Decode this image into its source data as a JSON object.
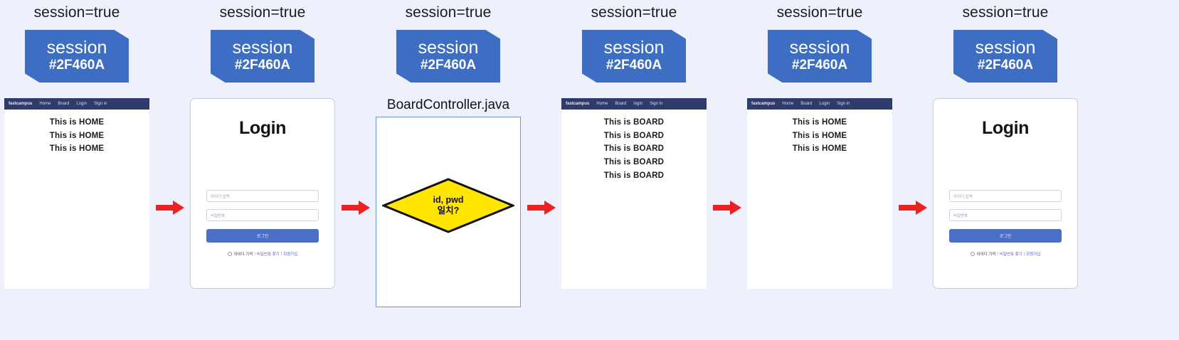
{
  "meta": {
    "background_color": "#eef0fb",
    "badge_color": "#3d6ec4",
    "navbar_color": "#2e3b6b",
    "arrow_color": "#ee2020",
    "diamond_fill": "#ffe500",
    "accent_button": "#4a6fc4"
  },
  "session_label": "session=true",
  "badge": {
    "title": "session",
    "id": "#2F460A"
  },
  "navbar": {
    "brand": "fastcampus",
    "links": [
      "Home",
      "Board",
      "Login",
      "Sign in"
    ],
    "links_lowercase_login": [
      "Home",
      "Board",
      "login",
      "Sign in"
    ]
  },
  "login_page": {
    "title": "Login",
    "id_placeholder": "아이디 입력",
    "pw_placeholder": "비밀번호",
    "submit_label": "로그인",
    "remember_label": "아이디 기억",
    "find_pw_label": "비밀번호 찾기",
    "signup_label": "회원가입",
    "separator": "|"
  },
  "controller": {
    "title": "BoardController.java",
    "decision_line1": "id, pwd",
    "decision_line2": "일치?"
  },
  "steps": [
    {
      "name": "home-page-1",
      "type": "page",
      "session_label": "session=true",
      "badge_title": "session",
      "badge_id": "#2F460A",
      "lines": [
        "This is HOME",
        "This is HOME",
        "This is HOME"
      ],
      "nav_login_label": "Login"
    },
    {
      "name": "login-page-1",
      "type": "login",
      "session_label": "session=true",
      "badge_title": "session",
      "badge_id": "#2F460A"
    },
    {
      "name": "board-controller",
      "type": "controller",
      "session_label": "session=true",
      "badge_title": "session",
      "badge_id": "#2F460A"
    },
    {
      "name": "board-page",
      "type": "page",
      "session_label": "session=true",
      "badge_title": "session",
      "badge_id": "#2F460A",
      "lines": [
        "This is BOARD",
        "This is BOARD",
        "This is BOARD",
        "This is BOARD",
        "This is BOARD"
      ],
      "nav_login_label": "login"
    },
    {
      "name": "home-page-2",
      "type": "page",
      "session_label": "session=true",
      "badge_title": "session",
      "badge_id": "#2F460A",
      "lines": [
        "This is HOME",
        "This is HOME",
        "This is HOME"
      ],
      "nav_login_label": "Login"
    },
    {
      "name": "login-page-2",
      "type": "login",
      "session_label": "session=true",
      "badge_title": "session",
      "badge_id": "#2F460A"
    }
  ],
  "arrows": [
    "arrow-1",
    "arrow-2",
    "arrow-3",
    "arrow-4",
    "arrow-5"
  ]
}
